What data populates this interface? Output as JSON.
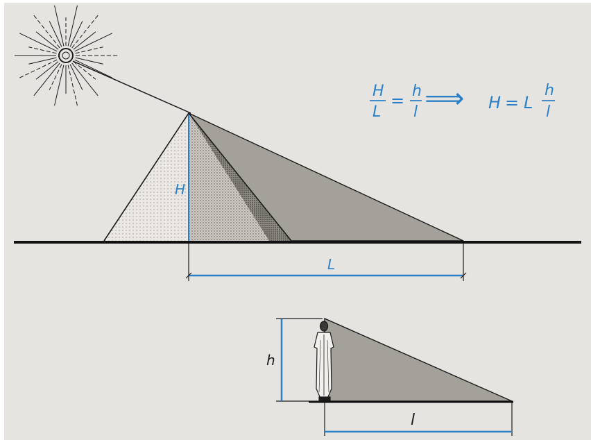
{
  "formula": {
    "frac_left_num": "H",
    "frac_left_den": "L",
    "equals_1": "=",
    "frac_right_num": "h",
    "frac_right_den": "l",
    "implies": "⟹",
    "result_lhs": "H",
    "equals_2": "=",
    "result_L": "L",
    "result_frac_num": "h",
    "result_frac_den": "l"
  },
  "pyramid": {
    "height_label": "H",
    "shadow_label": "L"
  },
  "person": {
    "height_label": "h",
    "shadow_label": "l"
  },
  "colors": {
    "accent_blue": "#2a7fc9",
    "ink": "#1a1a1a",
    "paper": "#e6e4e0",
    "shadow_gray": "#a4a09a"
  },
  "icons": {
    "sun": "sun-icon",
    "person": "person-figure-icon"
  }
}
